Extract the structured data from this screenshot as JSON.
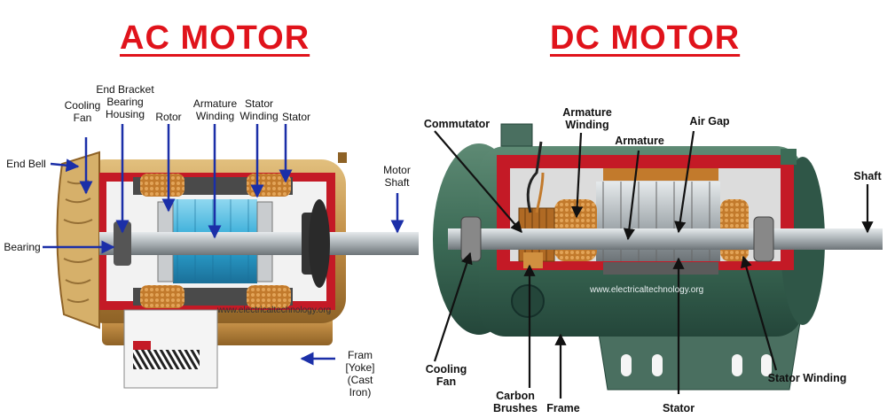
{
  "ac": {
    "title": "AC MOTOR",
    "labels": {
      "end_bell": "End Bell",
      "cooling_fan": "Cooling Fan",
      "end_bracket": "End Bracket Bearing Housing",
      "rotor": "Rotor",
      "armature_winding": "Armature Winding",
      "stator_winding": "Stator Winding",
      "stator": "Stator",
      "motor_shaft": "Motor Shaft",
      "bearing": "Bearing",
      "frame": "Fram [Yoke] (Cast Iron)"
    },
    "watermark": "www.electricaltechnology.org"
  },
  "dc": {
    "title": "DC MOTOR",
    "labels": {
      "commutator": "Commutator",
      "armature_winding": "Armature Winding",
      "armature": "Armature",
      "air_gap": "Air Gap",
      "shaft": "Shaft",
      "cooling_fan": "Cooling Fan",
      "carbon_brushes": "Carbon Brushes",
      "frame": "Frame",
      "stator": "Stator",
      "stator_winding": "Stator Winding"
    },
    "watermark": "www.electricaltechnology.org"
  },
  "colors": {
    "title_red": "#e0131b",
    "arrow_blue": "#1b2fa8",
    "ac_housing": "#c99a52",
    "ac_cut_red": "#c41a26",
    "ac_core_blue": "#2ea8d6",
    "dc_housing": "#3c6b56",
    "dc_armature": "#b7bcbf",
    "copper": "#c27a2c"
  }
}
